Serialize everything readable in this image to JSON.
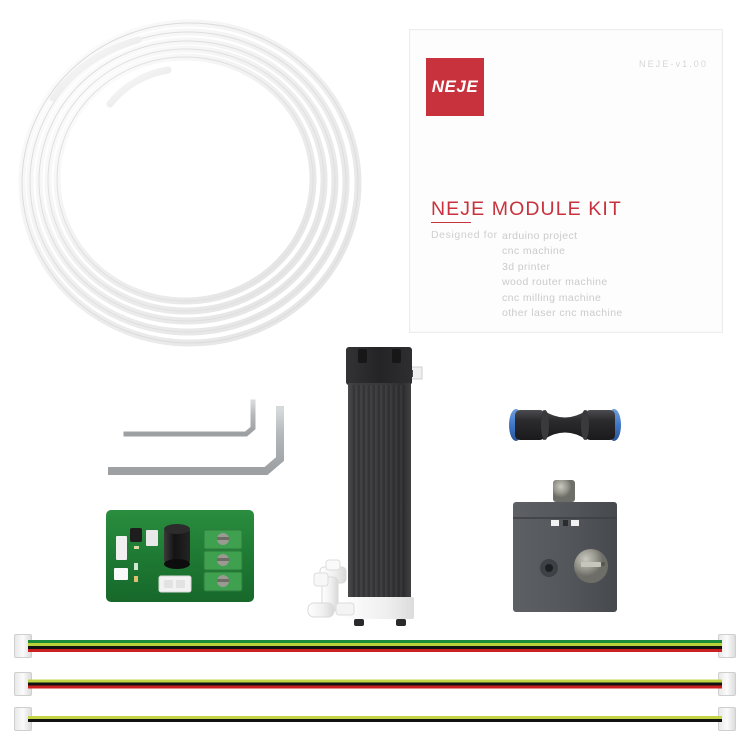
{
  "scene": {
    "title": "NEJE Module Kit product photo",
    "background_color": "#ffffff"
  },
  "manual": {
    "name": "NEJE module kit manual",
    "brand": "NEJE",
    "brand_color": "#c8323c",
    "version": "NEJE-v1.00",
    "title": "NEJE MODULE KIT",
    "title_underlined_part": "NEJ",
    "designed_for_label": "Designed for",
    "uses": [
      "arduino project",
      "cnc machine",
      "3d printer",
      "wood router machine",
      "cnc milling machine",
      "other laser cnc machine"
    ]
  },
  "parts": {
    "tubing": {
      "label": "clear pu air hose coil",
      "color": "#f4f4f4"
    },
    "hex_keys": {
      "label": "hex allen wrenches",
      "count": 2,
      "color": "#b9bcbd"
    },
    "laser_module": {
      "label": "neje laser module",
      "body_color": "#3a3a3c",
      "cap_color": "#2b2b2d",
      "base_color": "#f2f2f2",
      "nozzle_label": "air assist elbow nozzle"
    },
    "pneumatic_union": {
      "label": "straight pneumatic push fitting",
      "body_color": "#2c2c2e",
      "collet_color": "#3f76c8"
    },
    "bracket": {
      "label": "laser mounting bracket",
      "color": "#55585c",
      "knob_color": "#8c8c88"
    },
    "pcb": {
      "label": "driver control board",
      "board_color": "#1f7a33",
      "terminal_color": "#3fa04f",
      "capacitor_color": "#1c1c1c"
    },
    "cables": [
      {
        "label": "4 pin jst cable",
        "wire_colors": [
          "#1d8a3a",
          "#b9d23a",
          "#121212",
          "#cc1f1f"
        ]
      },
      {
        "label": "3 pin jst cable",
        "wire_colors": [
          "#c3d444",
          "#121212",
          "#cc1f1f"
        ]
      },
      {
        "label": "2 pin jst cable",
        "wire_colors": [
          "#c3d444",
          "#121212"
        ]
      }
    ]
  }
}
